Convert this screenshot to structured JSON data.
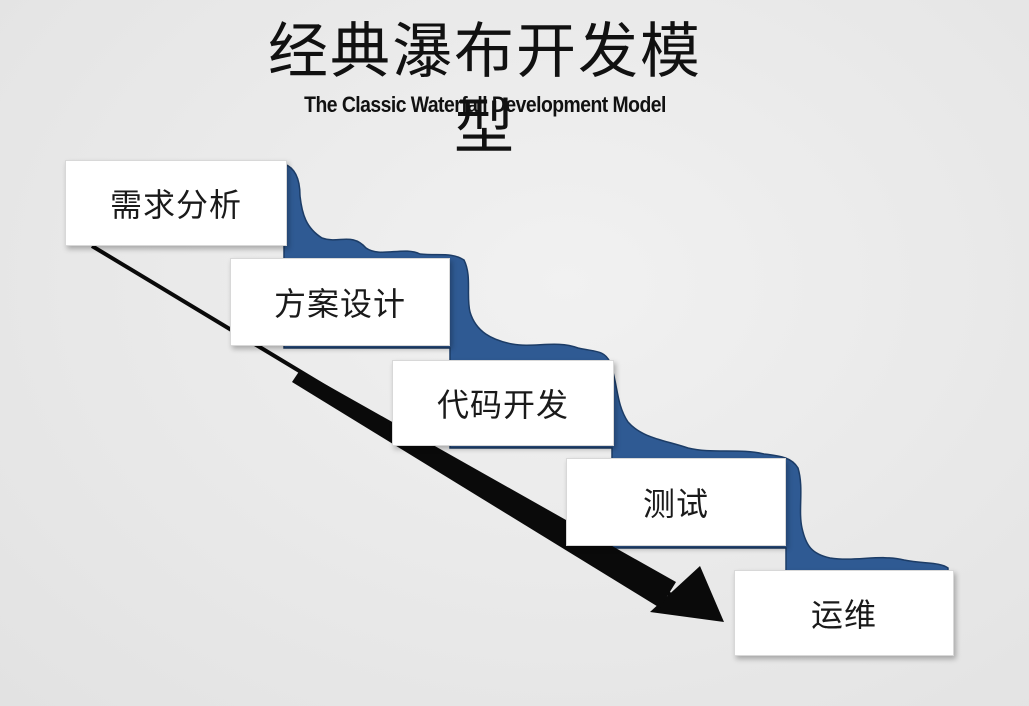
{
  "title": {
    "chinese": "经典瀑布开发模型",
    "english": "The Classic Waterfall Development Model"
  },
  "stages": [
    {
      "label": "需求分析"
    },
    {
      "label": "方案设计"
    },
    {
      "label": "代码开发"
    },
    {
      "label": "测试"
    },
    {
      "label": "运维"
    }
  ],
  "colors": {
    "water": "#2f5a93",
    "arrow": "#0a0a0a",
    "background": "#e9e9e9",
    "box": "#ffffff"
  }
}
